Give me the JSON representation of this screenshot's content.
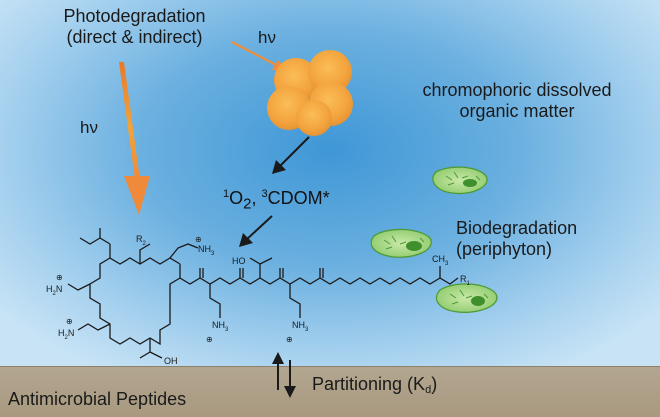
{
  "photodegradation": {
    "line1": "Photodegradation",
    "line2": "(direct & indirect)"
  },
  "hv_upper": "hν",
  "hv_left": "hν",
  "cdom": {
    "line1": "chromophoric dissolved",
    "line2": "organic matter"
  },
  "reactive_species": {
    "o2_sup": "1",
    "o2_text": "O",
    "o2_sub": "2",
    "comma": ",",
    "cdom_sup": "3",
    "cdom_text": "CDOM*"
  },
  "biodegradation": {
    "line1": "Biodegradation",
    "line2": "(periphyton)"
  },
  "partitioning": {
    "text": "Partitioning (K",
    "sub": "d",
    "close": ")"
  },
  "antimicrobial": "Antimicrobial Peptides",
  "structure_labels": {
    "r2": "R",
    "r2_sub": "2",
    "r1": "R",
    "r1_sub": "1",
    "nh3_a": "NH",
    "nh3_a_sub": "3",
    "h2n_a": "H",
    "h2n_a_sub": "2",
    "h2n_a_n": "N",
    "h2n_b": "H",
    "h2n_b_sub": "2",
    "h2n_b_n": "N",
    "nh3_b": "NH",
    "nh3_b_sub": "3",
    "nh3_c": "NH",
    "nh3_c_sub": "3",
    "ho": "HO",
    "oh": "OH",
    "ch3": "CH",
    "ch3_sub": "3",
    "plus": "⊕"
  },
  "colors": {
    "water_center": "#3f97d6",
    "water_edge": "#c7e3f5",
    "sediment": "#b3a690",
    "orange": "#f2a43a",
    "arrow_orange": "#ef8e3a",
    "arrow_dark": "#1a1a1a",
    "algae": "#6fb84f"
  }
}
